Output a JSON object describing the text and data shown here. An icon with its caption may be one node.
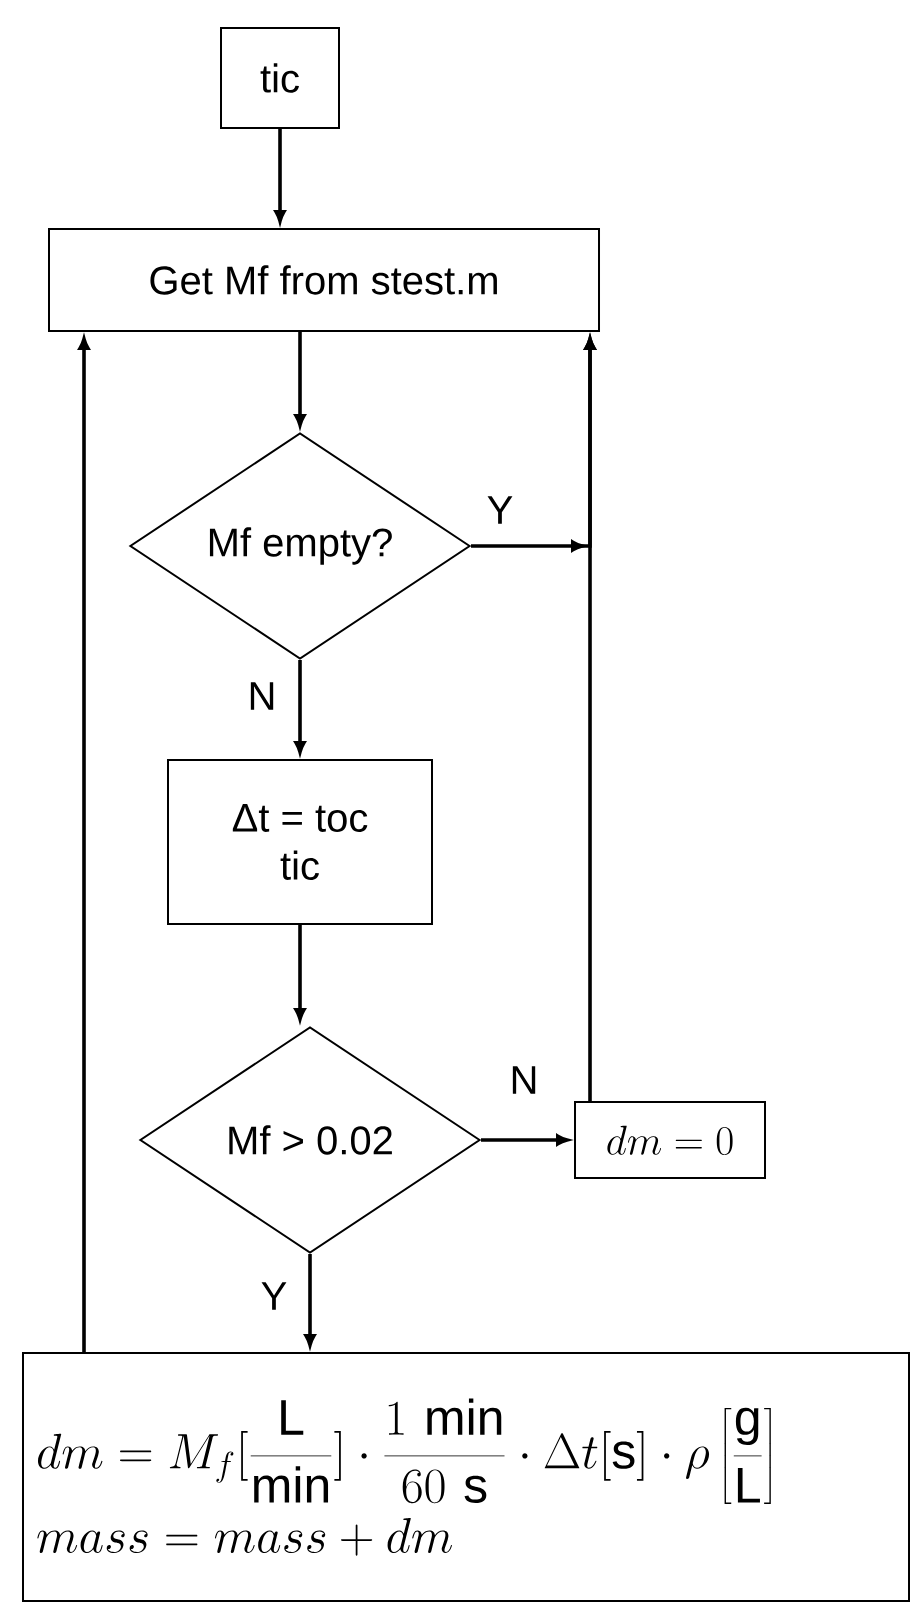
{
  "diagram": {
    "nodes": [
      {
        "text": [
          "tic"
        ]
      },
      {
        "text": [
          "Get Mf from stest.m"
        ]
      },
      {
        "text": [
          "Mf empty?"
        ]
      },
      {
        "text": [
          "Δt = toc",
          "tic"
        ]
      },
      {
        "text": [
          "Mf > 0.02"
        ]
      },
      {
        "text": [
          "dm = 0"
        ]
      },
      {
        "text": [
          "dm = M_f[\\frac{\\mathrm{L}}{\\mathrm{min}}]\\cdot\\frac{1\\ \\mathrm{min}}{60\\ \\mathrm{s}}\\cdot\\Delta t[\\mathrm{s}]\\cdot\\rho\\left[\\frac{\\mathrm{g}}{\\mathrm{L}}\\right]",
          "mass = mass + dm"
        ]
      }
    ],
    "edges": [
      {
        "from": 0,
        "to": 1,
        "arrow": "to"
      },
      {
        "from": 1,
        "to": 2,
        "arrow": "to"
      },
      {
        "from": 2,
        "to": 1,
        "arrow": "to",
        "label": "Y"
      },
      {
        "from": 2,
        "to": 3,
        "arrow": "to",
        "label": "N"
      },
      {
        "from": 3,
        "to": 4,
        "arrow": "to"
      },
      {
        "from": 4,
        "to": 5,
        "arrow": "to",
        "label": "N"
      },
      {
        "from": 4,
        "to": 6,
        "arrow": "to",
        "label": "Y"
      },
      {
        "from": 5,
        "to": 1,
        "arrow": "to"
      },
      {
        "from": 6,
        "to": 1,
        "arrow": "to"
      }
    ]
  }
}
